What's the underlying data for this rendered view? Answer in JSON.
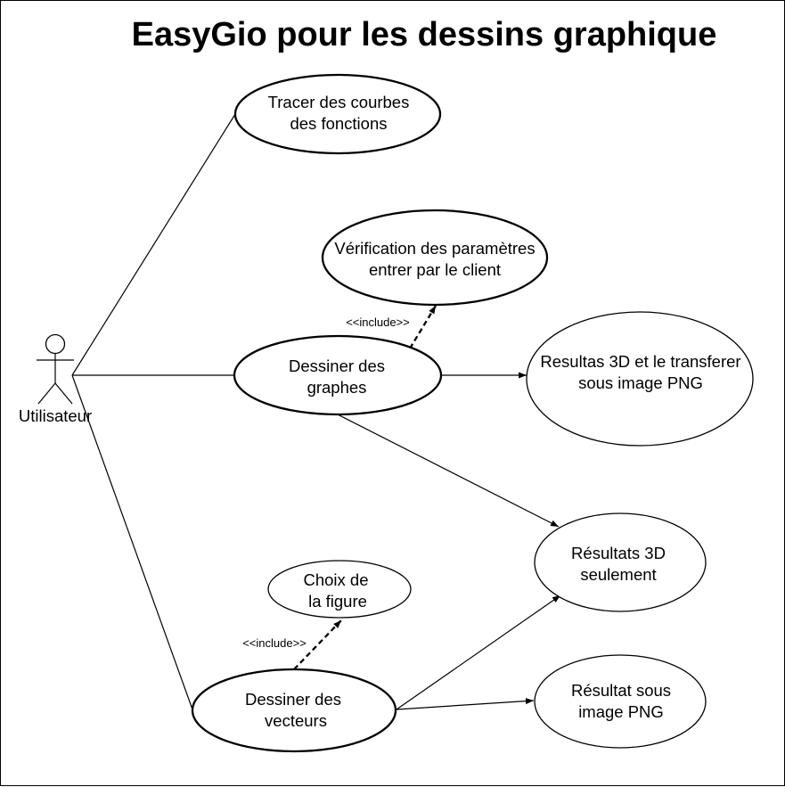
{
  "diagram": {
    "title": "EasyGio pour les dessins graphique",
    "actor": {
      "label": "Utilisateur"
    },
    "use_cases": {
      "tracer": [
        "Tracer des courbes",
        "des fonctions"
      ],
      "verification": [
        "Vérification des paramètres",
        "entrer par le client"
      ],
      "dessiner_graphes": [
        "Dessiner des",
        "graphes"
      ],
      "resultats_png": [
        "Resultas 3D et le transferer",
        "sous image PNG"
      ],
      "resultats_3d": [
        "Résultats 3D",
        "seulement"
      ],
      "choix_figure": [
        "Choix de",
        "la figure"
      ],
      "dessiner_vecteurs": [
        "Dessiner des",
        "vecteurs"
      ],
      "resultat_png": [
        "Résultat sous",
        "image PNG"
      ]
    },
    "relations": {
      "include_1": "<<include>>",
      "include_2": "<<include>>"
    }
  }
}
